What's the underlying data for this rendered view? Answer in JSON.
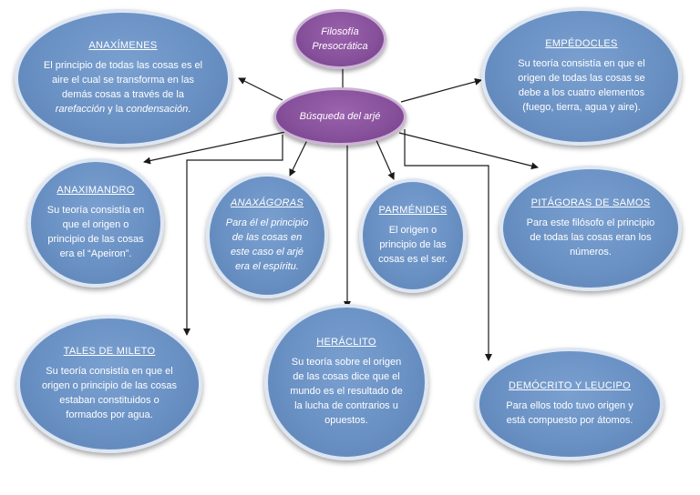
{
  "center": {
    "top_label": "Filosofía Presocrática",
    "main_label": "Búsqueda del arjé"
  },
  "nodes": {
    "anaximenes": {
      "title": "ANAXÍMENES",
      "body_1": "El principio de todas las cosas es el aire el cual se transforma en las demás cosas a través de la ",
      "body_italic_1": "rarefacción",
      "body_2": " y la ",
      "body_italic_2": "condensación",
      "body_3": "."
    },
    "empedocles": {
      "title": "EMPÉDOCLES",
      "body": "Su teoría consistía en que el origen de todas las cosas se debe a los cuatro elementos (fuego, tierra, agua y aire)."
    },
    "anaximandro": {
      "title": "ANAXIMANDRO",
      "body": "Su teoría consistía en que el origen o principio de las cosas era el “Apeiron”."
    },
    "anaxagoras": {
      "title": "ANAXÁGORAS",
      "body": "Para él el principio de las cosas en este caso el arjé era el espíritu."
    },
    "parmenides": {
      "title": "PARMÉNIDES",
      "body": "El origen o principio de las cosas es el ser."
    },
    "pitagoras": {
      "title": "PITÁGORAS DE SAMOS",
      "body": "Para este filósofo el principio de todas las cosas eran los números."
    },
    "tales": {
      "title": "TALES DE MILETO",
      "body": "Su teoría consistía en que el origen o principio de las cosas estaban constituidos o formados por agua."
    },
    "heraclito": {
      "title": "HERÁCLITO",
      "body": "Su teoría sobre el origen de las cosas dice que el mundo es el resultado de la lucha de contrarios u opuestos."
    },
    "democrito": {
      "title": "DEMÓCRITO Y LEUCIPO",
      "body": "Para ellos todo tuvo origen y está compuesto por átomos."
    }
  },
  "colors": {
    "node_fill": "#6a91c4",
    "node_border": "#dde6f2",
    "center_fill": "#86509a",
    "connector": "#1a1a1a"
  }
}
